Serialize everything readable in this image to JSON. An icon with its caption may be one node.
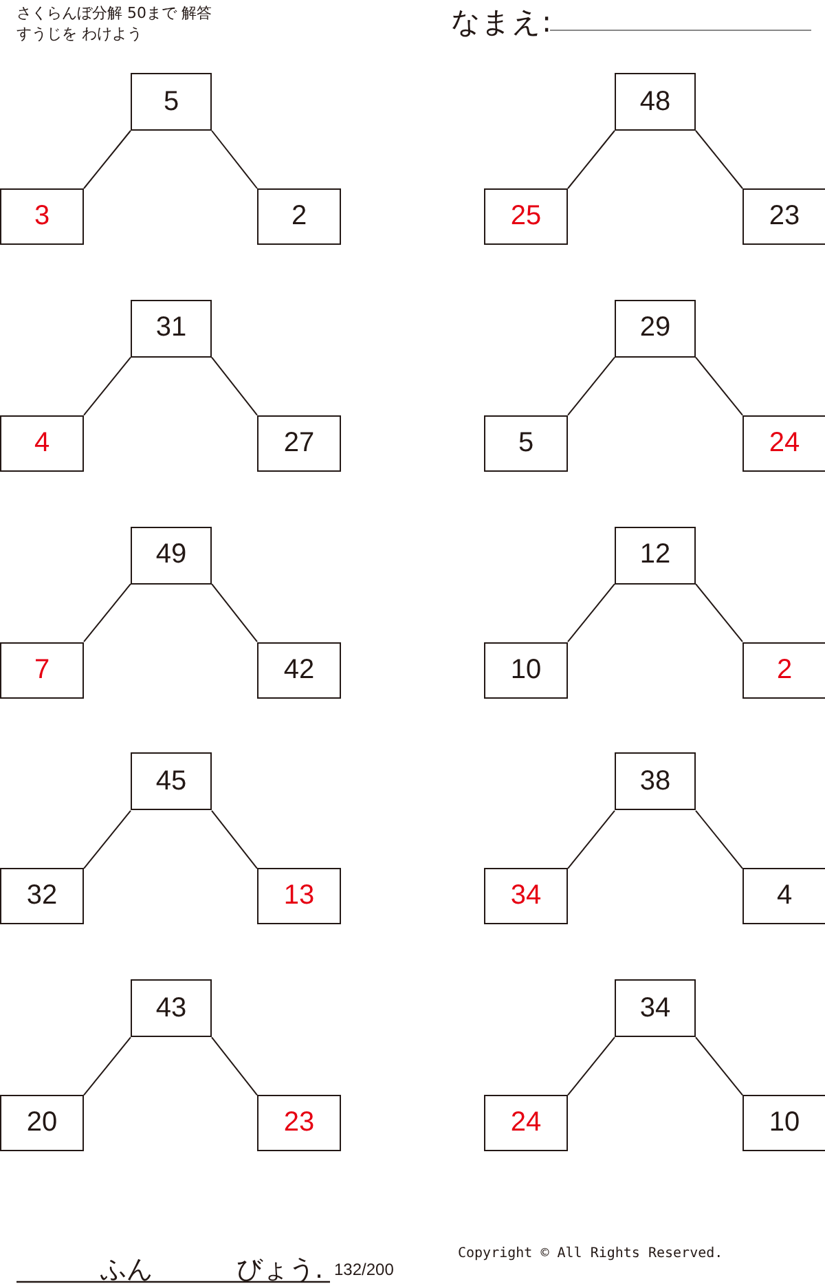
{
  "diagram": {
    "title": "さくらんぼ分解 50まで 解答",
    "nodes": [
      {
        "text": [
          "5"
        ]
      },
      {
        "text": [
          "3"
        ]
      },
      {
        "text": [
          "2"
        ]
      },
      {
        "text": [
          "48"
        ]
      },
      {
        "text": [
          "25"
        ]
      },
      {
        "text": [
          "23"
        ]
      },
      {
        "text": [
          "31"
        ]
      },
      {
        "text": [
          "4"
        ]
      },
      {
        "text": [
          "27"
        ]
      },
      {
        "text": [
          "29"
        ]
      },
      {
        "text": [
          "5"
        ]
      },
      {
        "text": [
          "24"
        ]
      },
      {
        "text": [
          "49"
        ]
      },
      {
        "text": [
          "7"
        ]
      },
      {
        "text": [
          "42"
        ]
      },
      {
        "text": [
          "12"
        ]
      },
      {
        "text": [
          "10"
        ]
      },
      {
        "text": [
          "2"
        ]
      },
      {
        "text": [
          "45"
        ]
      },
      {
        "text": [
          "32"
        ]
      },
      {
        "text": [
          "13"
        ]
      },
      {
        "text": [
          "38"
        ]
      },
      {
        "text": [
          "34"
        ]
      },
      {
        "text": [
          "4"
        ]
      },
      {
        "text": [
          "43"
        ]
      },
      {
        "text": [
          "20"
        ]
      },
      {
        "text": [
          "23"
        ]
      },
      {
        "text": [
          "34"
        ]
      },
      {
        "text": [
          "24"
        ]
      },
      {
        "text": [
          "10"
        ]
      }
    ],
    "edges": [
      {
        "from": 0,
        "to": 1,
        "arrow": "none"
      },
      {
        "from": 0,
        "to": 2,
        "arrow": "none"
      },
      {
        "from": 3,
        "to": 4,
        "arrow": "none"
      },
      {
        "from": 3,
        "to": 5,
        "arrow": "none"
      },
      {
        "from": 6,
        "to": 7,
        "arrow": "none"
      },
      {
        "from": 6,
        "to": 8,
        "arrow": "none"
      },
      {
        "from": 9,
        "to": 10,
        "arrow": "none"
      },
      {
        "from": 9,
        "to": 11,
        "arrow": "none"
      },
      {
        "from": 12,
        "to": 13,
        "arrow": "none"
      },
      {
        "from": 12,
        "to": 14,
        "arrow": "none"
      },
      {
        "from": 15,
        "to": 16,
        "arrow": "none"
      },
      {
        "from": 15,
        "to": 17,
        "arrow": "none"
      },
      {
        "from": 18,
        "to": 19,
        "arrow": "none"
      },
      {
        "from": 18,
        "to": 20,
        "arrow": "none"
      },
      {
        "from": 21,
        "to": 22,
        "arrow": "none"
      },
      {
        "from": 21,
        "to": 23,
        "arrow": "none"
      },
      {
        "from": 24,
        "to": 25,
        "arrow": "none"
      },
      {
        "from": 24,
        "to": 26,
        "arrow": "none"
      },
      {
        "from": 27,
        "to": 28,
        "arrow": "none"
      },
      {
        "from": 27,
        "to": 29,
        "arrow": "none"
      }
    ],
    "labels": [
      "すうじを わけよう",
      "なまえ:",
      "ふん",
      "びょう.",
      "132/200",
      "Copyright © All Rights Reserved."
    ]
  }
}
